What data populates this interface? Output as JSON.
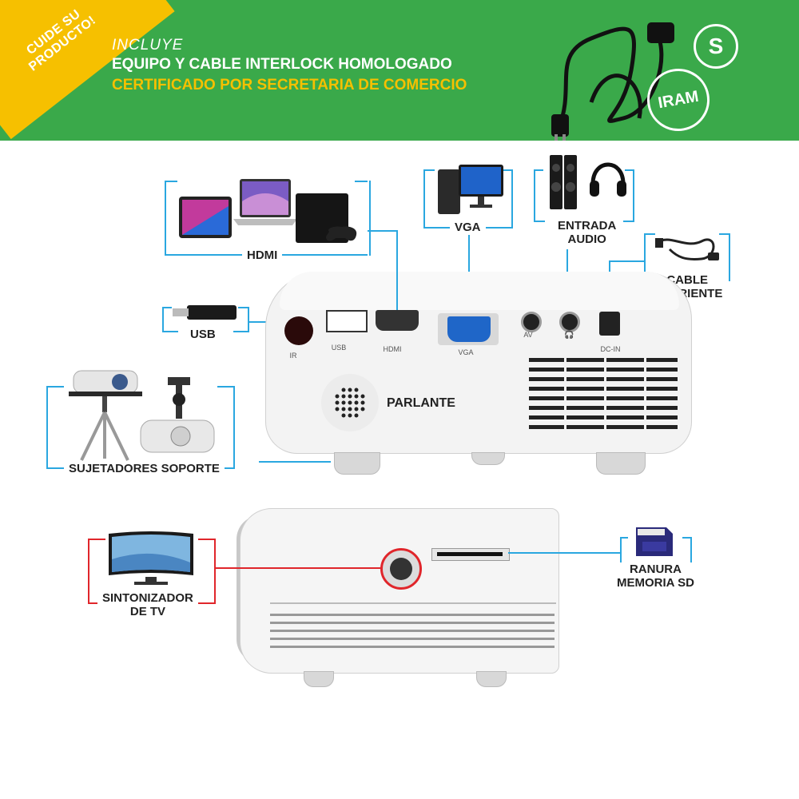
{
  "banner": {
    "corner_text": "CUIDE SU PRODUCTO!",
    "line1": "INCLUYE",
    "line2": "EQUIPO Y CABLE INTERLOCK HOMOLOGADO",
    "line3": "CERTIFICADO POR SECRETARIA DE COMERCIO",
    "seal_s": "S",
    "seal_iram": "IRAM"
  },
  "labels": {
    "hdmi": "HDMI",
    "vga": "VGA",
    "audio_line1": "ENTRADA",
    "audio_line2": "AUDIO",
    "cable_line1": "CABLE",
    "cable_line2": "CORRIENTE",
    "usb": "USB",
    "parlante": "PARLANTE",
    "soporte": "SUJETADORES SOPORTE",
    "tv_line1": "SINTONIZADOR",
    "tv_line2": "DE TV",
    "sd_line1": "RANURA",
    "sd_line2": "MEMORIA SD"
  },
  "ports": {
    "ir": "IR",
    "usb": "USB",
    "hdmi": "HDMI",
    "vga": "VGA",
    "av": "AV",
    "dcin": "DC-IN"
  },
  "colors": {
    "banner_green": "#3aa94a",
    "corner_yellow": "#f6c000",
    "bracket_blue": "#2aa7e0",
    "bracket_red": "#e0262b"
  },
  "icons": [
    "power-cable-icon",
    "tablet-icon",
    "laptop-icon",
    "game-console-icon",
    "desktop-computer-icon",
    "speakers-icon",
    "headphones-icon",
    "usb-drive-icon",
    "projector-tripod-icon",
    "ceiling-mount-icon",
    "tv-icon",
    "sd-card-icon",
    "speaker-grille-icon",
    "headphone-symbol-icon"
  ]
}
